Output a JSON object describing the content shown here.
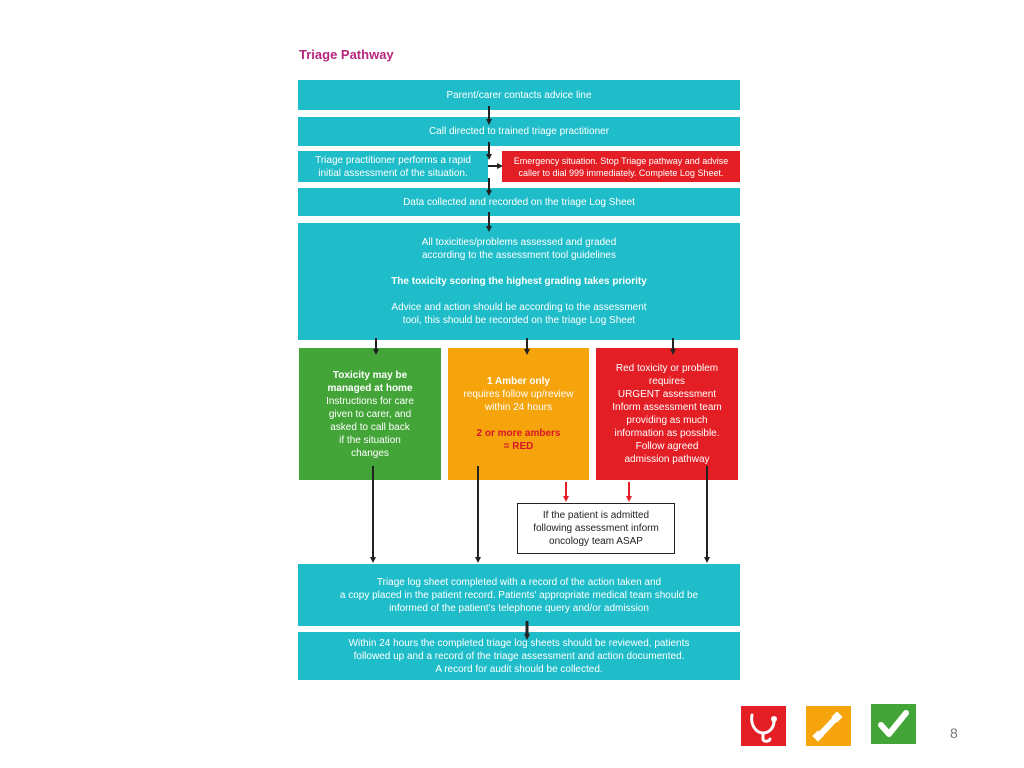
{
  "title": "Triage Pathway",
  "steps": {
    "s1": "Parent/carer contacts advice line",
    "s2": "Call directed to trained triage practitioner",
    "s3a": "Triage practitioner performs a rapid",
    "s3b": "initial assessment of the situation.",
    "emergency_a": "Emergency situation. Stop Triage pathway and advise",
    "emergency_b": "caller to dial 999 immediately. Complete Log Sheet.",
    "s4": "Data collected and recorded on the triage Log Sheet",
    "assess_1": "All toxicities/problems assessed and graded",
    "assess_2": "according to the assessment tool guidelines",
    "assess_3": "The toxicity scoring the highest grading takes priority",
    "assess_4": "Advice and action should be according to the assessment",
    "assess_5": "tool, this should be recorded on the triage Log Sheet"
  },
  "green": {
    "l1": "Toxicity may be",
    "l2": "managed at home",
    "l3": "Instructions for care",
    "l4": "given to carer, and",
    "l5": "asked to call back",
    "l6": "if the situation",
    "l7": "changes"
  },
  "amber": {
    "l1": "1 Amber only",
    "l2": "requires follow up/review",
    "l3": "within 24 hours",
    "l4": "2 or more ambers",
    "l5": "= RED"
  },
  "red": {
    "l1": "Red toxicity or problem",
    "l2": "requires",
    "l3": "URGENT assessment",
    "l4": "Inform assessment team",
    "l5": "providing as much",
    "l6": "information as possible.",
    "l7": "Follow agreed",
    "l8": "admission pathway"
  },
  "admit_note": {
    "l1": "If the patient is admitted",
    "l2": "following assessment inform",
    "l3": "oncology team ASAP"
  },
  "logsheet": {
    "l1": "Triage log sheet completed with a record of the action taken and",
    "l2": "a copy placed in the patient record. Patients' appropriate medical team should be",
    "l3": "informed of the patient's telephone query and/or admission"
  },
  "review": {
    "l1": "Within 24 hours the completed triage log sheets should be reviewed, patients",
    "l2": "followed up and a record of the triage assessment and action documented.",
    "l3": "A record for audit should be collected."
  },
  "page_number": "8",
  "colors": {
    "teal": "#1ebdc9",
    "red": "#e31e24",
    "green": "#43a538",
    "amber": "#f5a40c",
    "title": "#b5267e"
  },
  "icons": [
    "stethoscope-icon",
    "phone-icon",
    "checkmark-icon"
  ]
}
